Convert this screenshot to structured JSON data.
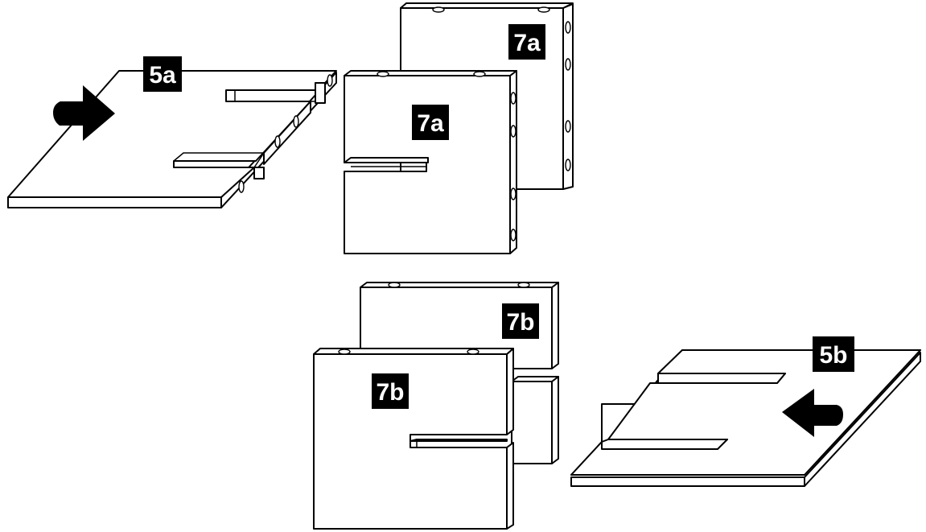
{
  "labels": {
    "panel_5a": "5a",
    "panel_5b": "5b",
    "panel_7a_back": "7a",
    "panel_7a_front": "7a",
    "panel_7b_back": "7b",
    "panel_7b_front": "7b"
  },
  "icons": {
    "arrow_5a": "right-arrow-icon",
    "arrow_5b": "left-arrow-icon"
  },
  "colors": {
    "line": "#000000",
    "background": "#ffffff",
    "label_bg": "#000000",
    "label_text": "#ffffff"
  }
}
